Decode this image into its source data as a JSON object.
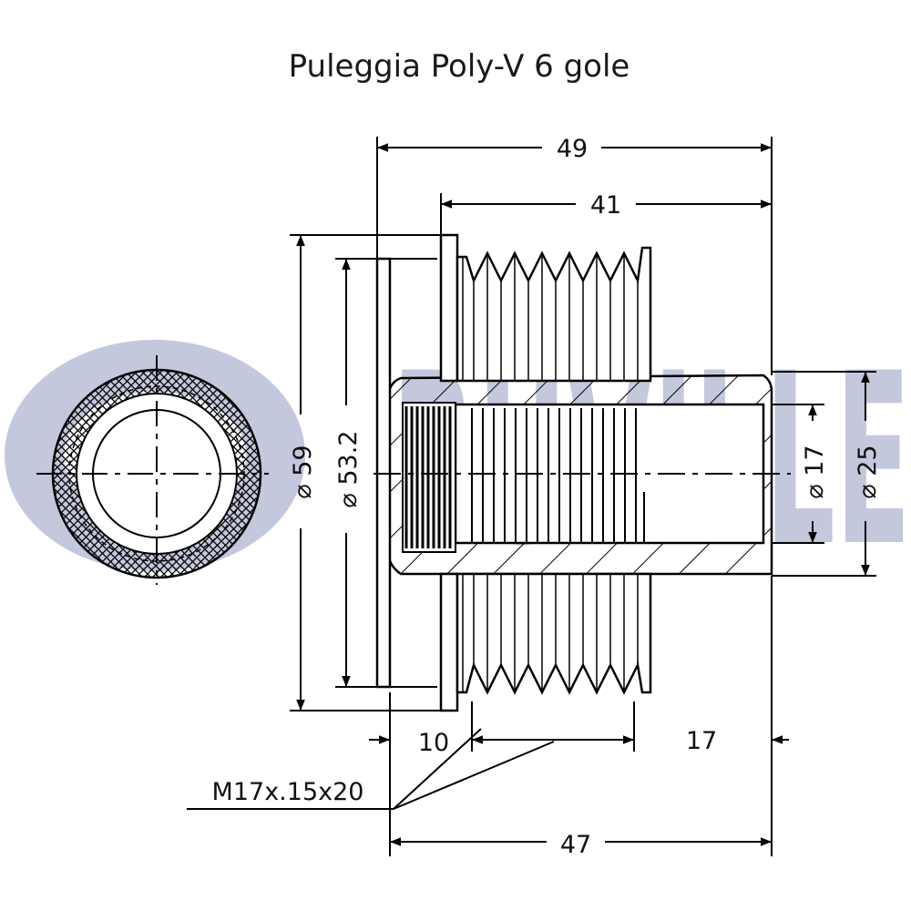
{
  "title": "Puleggia Poly-V 6 gole",
  "watermark": {
    "text": "RUVILLE",
    "color": "#c3c8dd"
  },
  "dimensions": {
    "overall_length": "49",
    "pulley_length": "41",
    "flange_diameter": "⌀ 59",
    "groove_diameter": "⌀ 53.2",
    "bore_diameter": "⌀ 17",
    "hub_diameter": "⌀ 25",
    "front_offset": "10",
    "rear_offset": "17",
    "body_length": "47"
  },
  "thread_callout": "M17x.15x20",
  "colors": {
    "line": "#000000",
    "background": "#ffffff"
  }
}
